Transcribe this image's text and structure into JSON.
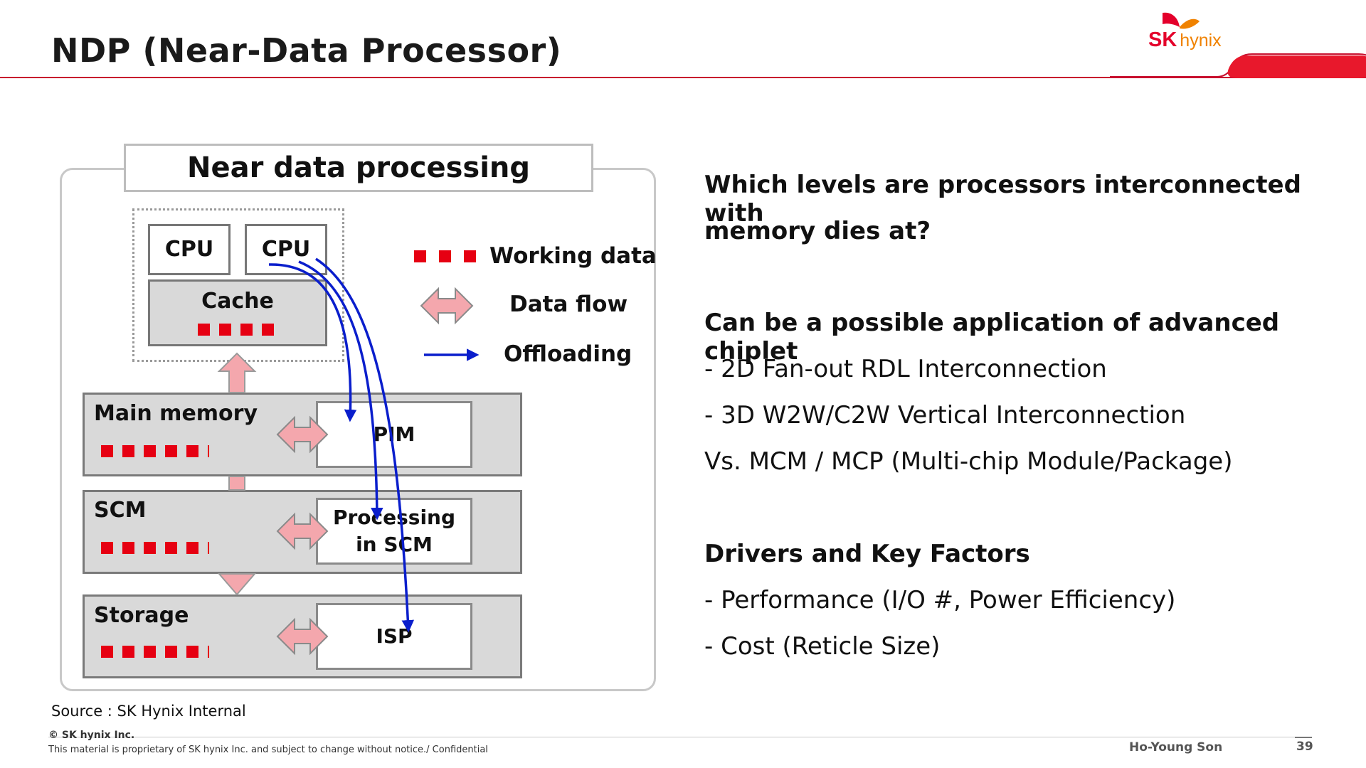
{
  "header": {
    "title": "NDP (Near-Data Processor)"
  },
  "logo": {
    "sk": "SK",
    "hynix": "hynix",
    "colors": {
      "primary": "#e4002b",
      "accent": "#f08200"
    }
  },
  "diagram": {
    "title": "Near data processing",
    "cpu_labels": [
      "CPU",
      "CPU"
    ],
    "cache_label": "Cache",
    "tiers": [
      {
        "label": "Main memory",
        "processor": "PIM"
      },
      {
        "label": "SCM",
        "processor": "Processing in SCM"
      },
      {
        "label": "Storage",
        "processor": "ISP"
      }
    ],
    "legend": {
      "working_data": "Working data",
      "data_flow": "Data flow",
      "offloading": "Offloading"
    },
    "colors": {
      "working_data": "#e60012",
      "data_flow": "#f4a7ad",
      "offloading": "#0a1ecc"
    }
  },
  "content": {
    "question_line1": "Which levels are processors interconnected with",
    "question_line2": "memory dies at?",
    "chiplet_heading": "Can be a possible application of advanced chiplet",
    "chiplet_item1": "- 2D Fan-out RDL Interconnection",
    "chiplet_item2": "- 3D W2W/C2W Vertical Interconnection",
    "chiplet_vs": "Vs. MCM / MCP (Multi-chip Module/Package)",
    "drivers_heading": "Drivers and Key Factors",
    "drivers_item1": "- Performance (I/O #, Power Efficiency)",
    "drivers_item2": "- Cost (Reticle Size)"
  },
  "footer": {
    "source": "Source : SK Hynix Internal",
    "copyright": "© SK hynix Inc.",
    "confidential": "This material is proprietary of SK hynix Inc. and subject to change without notice./ Confidential",
    "author": "Ho-Young Son",
    "page_number": "39"
  }
}
